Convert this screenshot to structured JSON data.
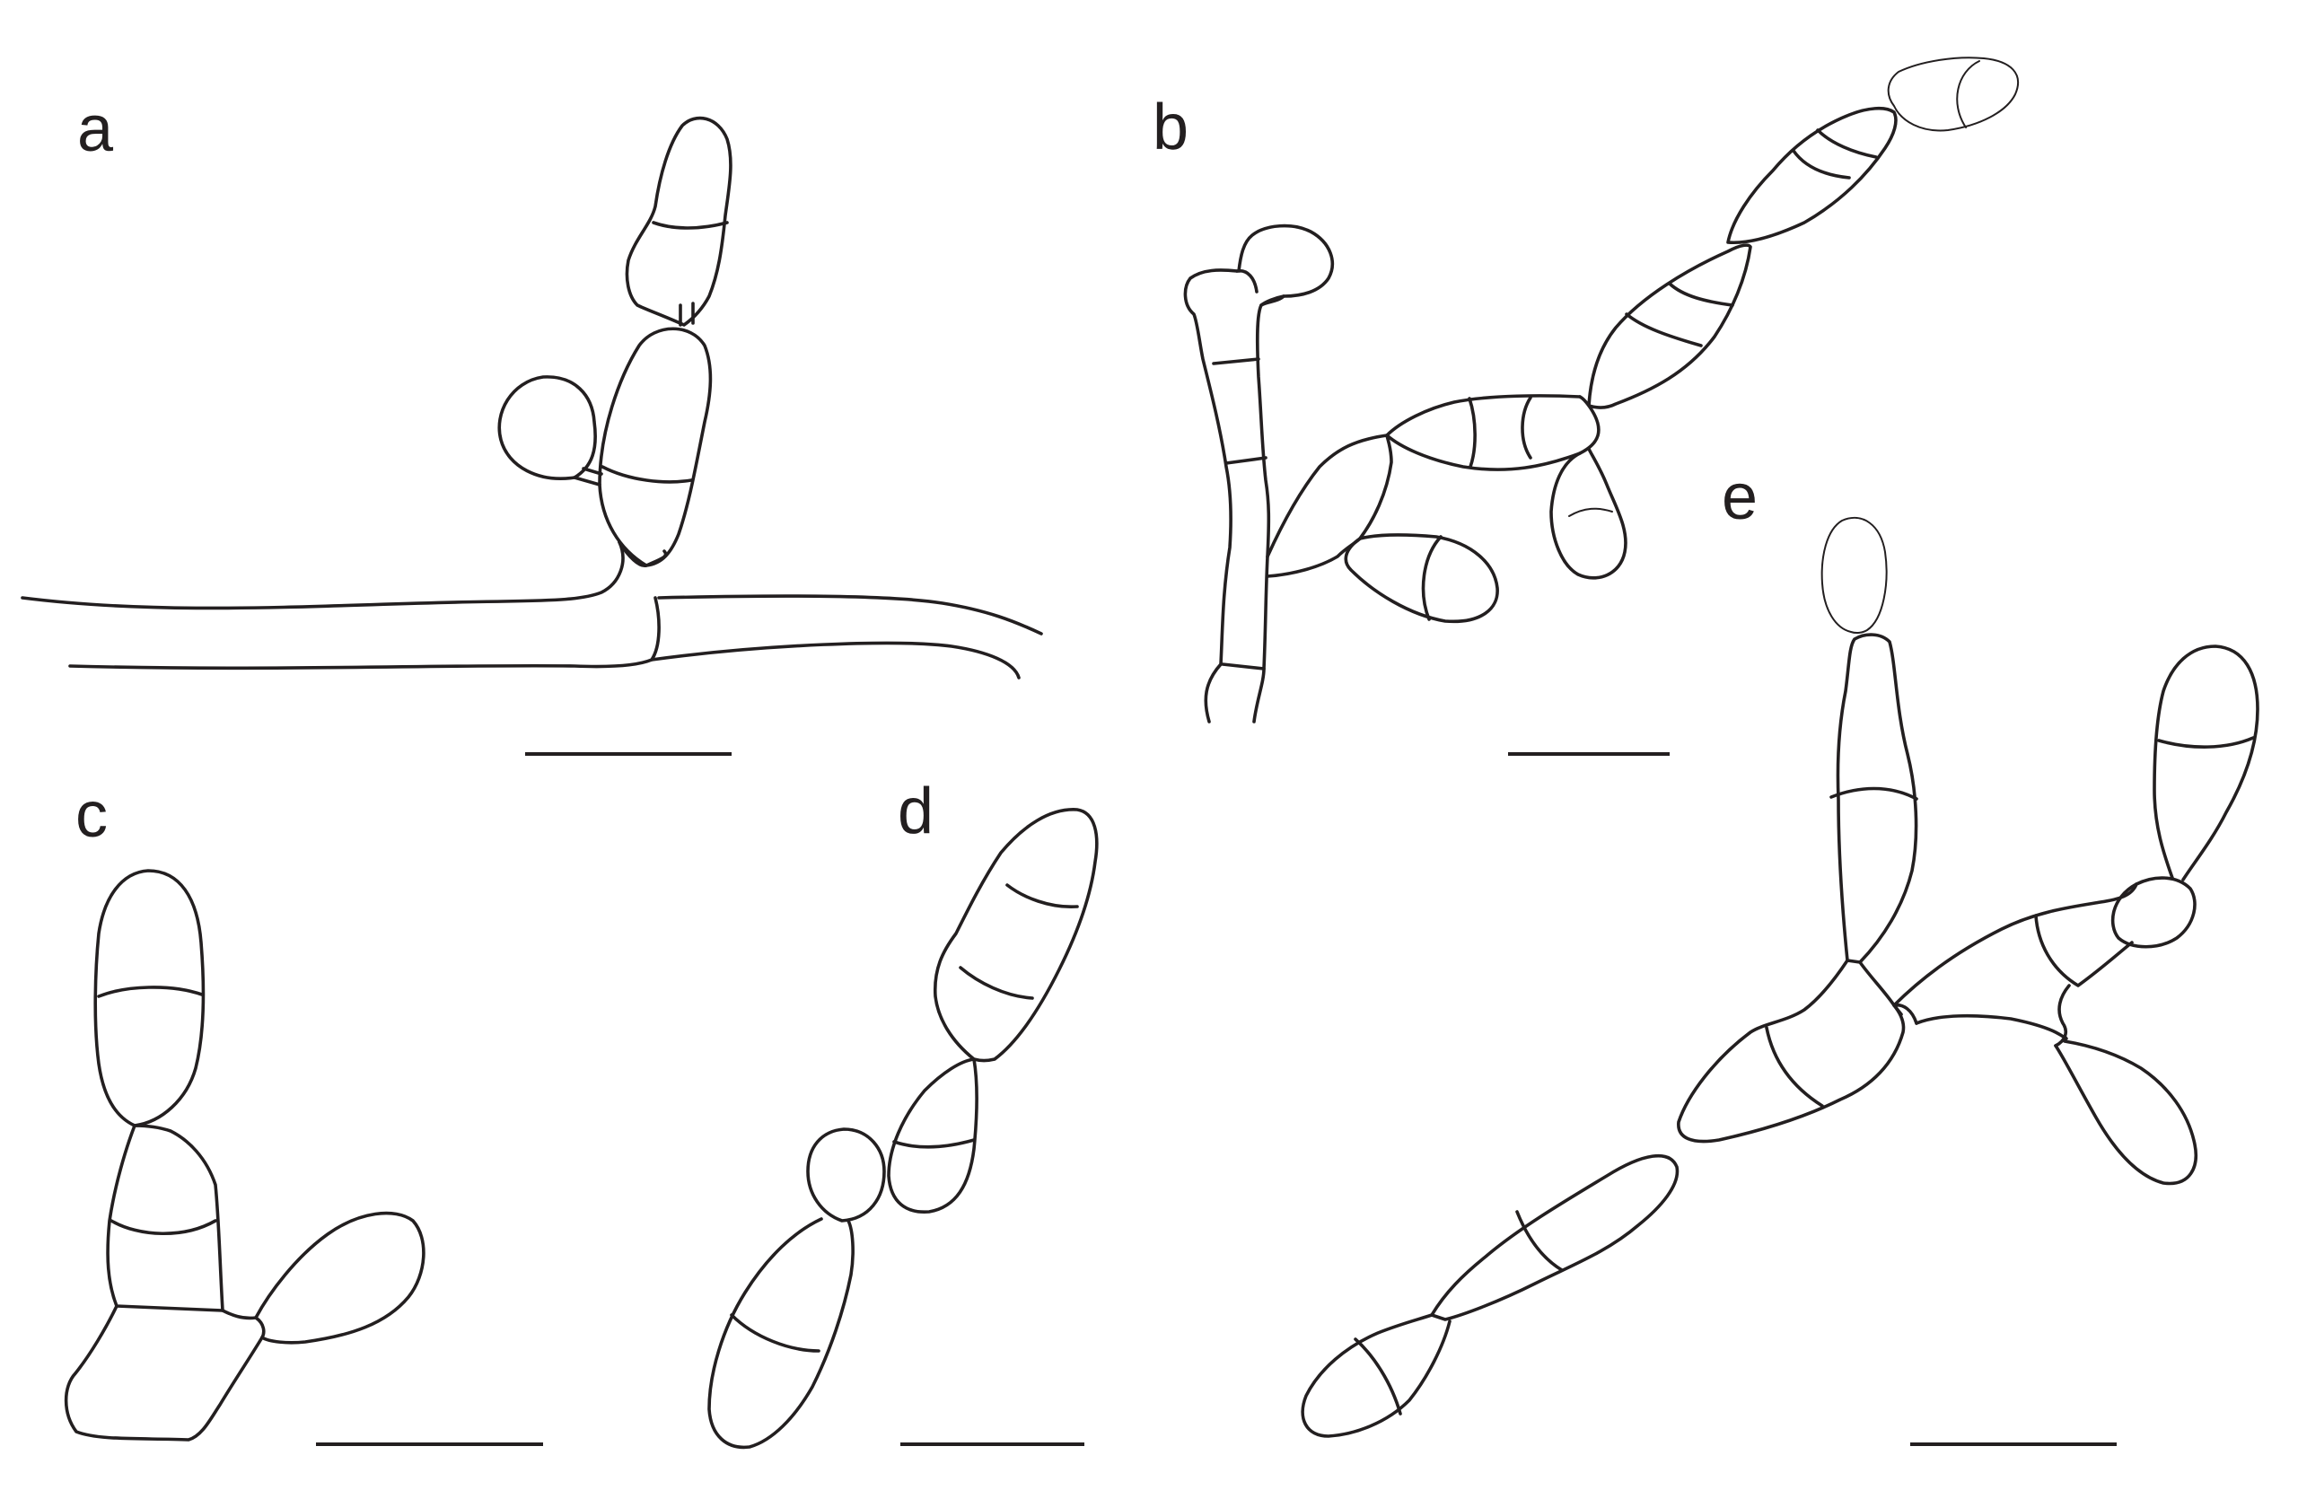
{
  "figure": {
    "panels": [
      {
        "id": "a",
        "label": "a"
      },
      {
        "id": "b",
        "label": "b"
      },
      {
        "id": "c",
        "label": "c"
      },
      {
        "id": "d",
        "label": "d"
      },
      {
        "id": "e",
        "label": "e"
      }
    ]
  },
  "colors": {
    "line": "#231f20",
    "background": "#ffffff"
  }
}
